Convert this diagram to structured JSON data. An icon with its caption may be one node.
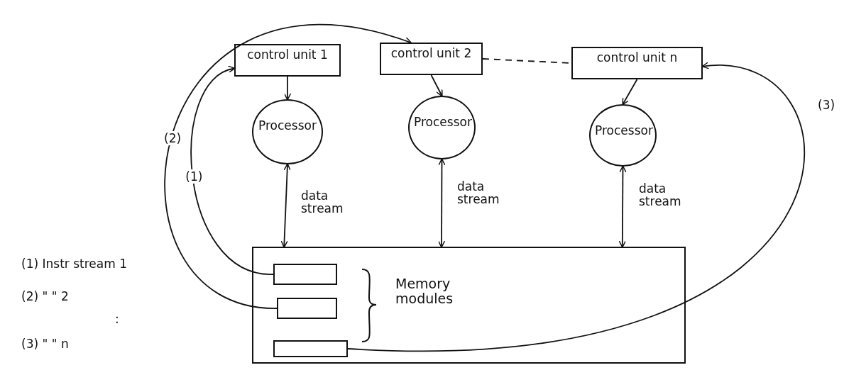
{
  "diagram": {
    "nodes": [
      {
        "text": [
          "control unit 1"
        ]
      },
      {
        "text": [
          "control unit 2"
        ]
      },
      {
        "text": [
          "control unit n"
        ]
      },
      {
        "text": [
          "Processor"
        ]
      },
      {
        "text": [
          "Processor"
        ]
      },
      {
        "text": [
          "Processor"
        ]
      },
      {
        "text": [
          "Memory modules"
        ]
      },
      {
        "text": [],
        "shape": "box",
        "in": 6
      },
      {
        "text": [],
        "shape": "box",
        "in": 6
      },
      {
        "text": [],
        "shape": "box",
        "in": 6
      }
    ],
    "edges": [
      {
        "from": 0,
        "to": 3,
        "arrow": "to"
      },
      {
        "from": 1,
        "to": 4,
        "arrow": "to"
      },
      {
        "from": 2,
        "to": 5,
        "arrow": "to"
      },
      {
        "from": 3,
        "to": 6,
        "arrow": "both",
        "label": "data stream"
      },
      {
        "from": 4,
        "to": 6,
        "arrow": "both",
        "label": "data stream"
      },
      {
        "from": 5,
        "to": 6,
        "arrow": "both",
        "label": "data stream"
      },
      {
        "from": 1,
        "to": 2,
        "arrow": "none",
        "style": "dashed"
      },
      {
        "from": 7,
        "to": 0,
        "arrow": "to",
        "label": "(1)"
      },
      {
        "from": 8,
        "to": 1,
        "arrow": "to",
        "label": "(2)"
      },
      {
        "from": 9,
        "to": 2,
        "arrow": "to",
        "label": "(3)"
      }
    ],
    "labels": [
      "(1) Instr stream 1",
      "(2) \" \" 2",
      ":",
      "(3) \" \" n"
    ]
  }
}
